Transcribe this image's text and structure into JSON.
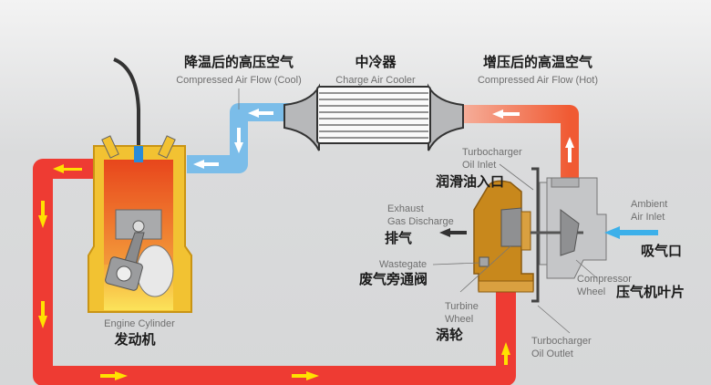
{
  "labels": {
    "cool_air_zh": "降温后的高压空气",
    "cool_air_en": "Compressed Air Flow (Cool)",
    "intercooler_zh": "中冷器",
    "intercooler_en": "Charge Air Cooler",
    "hot_air_zh": "增压后的高温空气",
    "hot_air_en": "Compressed Air Flow (Hot)",
    "oil_inlet_en_1": "Turbocharger",
    "oil_inlet_en_2": "Oil Inlet",
    "oil_inlet_zh": "润滑油入口",
    "exhaust_en_1": "Exhaust",
    "exhaust_en_2": "Gas Discharge",
    "exhaust_zh": "排气",
    "ambient_en_1": "Ambient",
    "ambient_en_2": "Air Inlet",
    "ambient_zh": "吸气口",
    "wastegate_en": "Wastegate",
    "wastegate_zh": "废气旁通阀",
    "compressor_en_1": "Compressor",
    "compressor_en_2": "Wheel",
    "compressor_zh": "压气机叶片",
    "turbine_en_1": "Turbine",
    "turbine_en_2": "Wheel",
    "turbine_zh": "涡轮",
    "oil_outlet_en_1": "Turbocharger",
    "oil_outlet_en_2": "Oil Outlet",
    "engine_en": "Engine Cylinder",
    "engine_zh": "发动机"
  },
  "colors": {
    "exhaust_pipe": "#ee3b33",
    "cool_air": "#6fb6e6",
    "hot_air": "#f07c50",
    "engine": "#f2c232",
    "turbine": "#c8881c",
    "arrow": "#ffe100"
  }
}
